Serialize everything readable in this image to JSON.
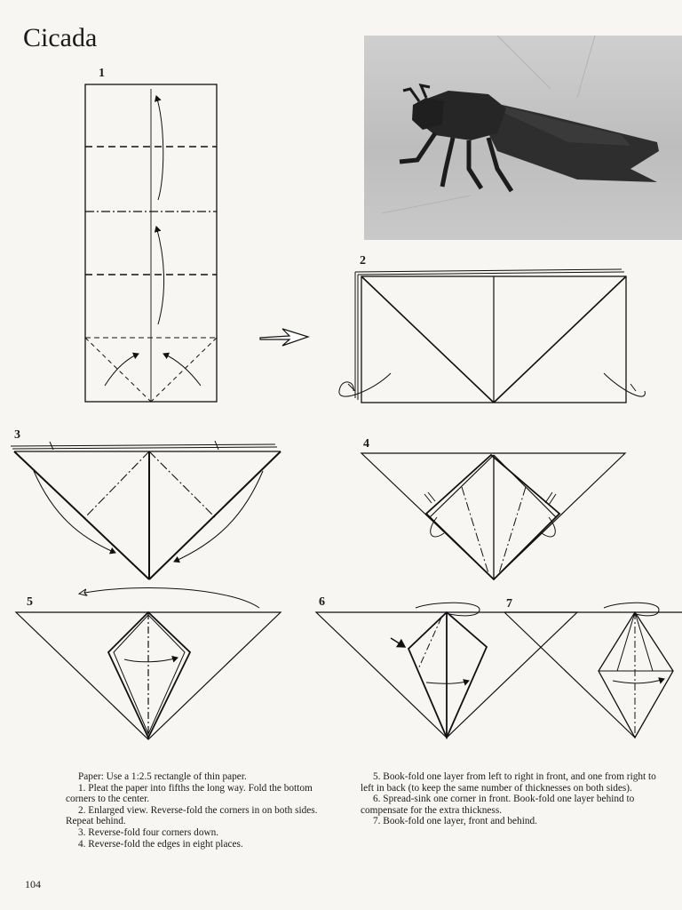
{
  "page": {
    "title": "Cicada",
    "page_number": "104"
  },
  "photo": {
    "subject": "origami-cicada-photo"
  },
  "steps": {
    "s1": "1",
    "s2": "2",
    "s3": "3",
    "s4": "4",
    "s5": "5",
    "s6": "6",
    "s7": "7"
  },
  "instructions": {
    "left": [
      "Paper: Use a 1:2.5 rectangle of thin paper.",
      "1. Pleat the paper into fifths the long way. Fold the bottom corners to the center.",
      "2. Enlarged view. Reverse-fold the corners in on both sides. Repeat behind.",
      "3. Reverse-fold four corners down.",
      "4. Reverse-fold the edges in eight places."
    ],
    "right": [
      "5. Book-fold one layer from left to right in front, and one from right to left in back (to keep the same number of thicknesses on both sides).",
      "6. Spread-sink one corner in front. Book-fold one layer behind to compensate for the extra thickness.",
      "7. Book-fold one layer, front and behind."
    ]
  }
}
